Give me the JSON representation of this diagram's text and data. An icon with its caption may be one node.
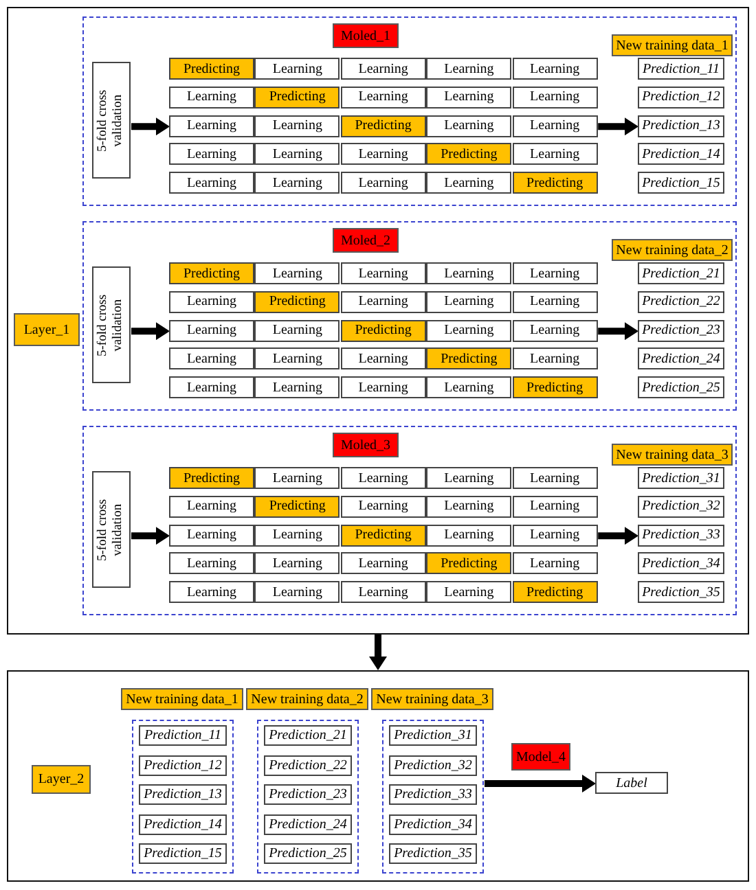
{
  "diagram": {
    "nodes": [
      {
        "text": [],
        "shape": "box"
      },
      {
        "text": [
          "Layer_1"
        ],
        "in": 0
      },
      {
        "text": [],
        "shape": "box",
        "in": 0
      },
      {
        "text": [
          "Moled_1"
        ],
        "in": 2
      },
      {
        "text": [
          "New training data_1"
        ],
        "in": 2
      },
      {
        "text": [
          "5-fold cross validation"
        ],
        "in": 2
      },
      {
        "text": [
          "Predicting"
        ],
        "in": 2
      },
      {
        "text": [
          "Learning"
        ],
        "in": 2
      },
      {
        "text": [
          "Learning"
        ],
        "in": 2
      },
      {
        "text": [
          "Learning"
        ],
        "in": 2
      },
      {
        "text": [
          "Learning"
        ],
        "in": 2
      },
      {
        "text": [
          "Learning"
        ],
        "in": 2
      },
      {
        "text": [
          "Predicting"
        ],
        "in": 2
      },
      {
        "text": [
          "Learning"
        ],
        "in": 2
      },
      {
        "text": [
          "Learning"
        ],
        "in": 2
      },
      {
        "text": [
          "Learning"
        ],
        "in": 2
      },
      {
        "text": [
          "Learning"
        ],
        "in": 2
      },
      {
        "text": [
          "Learning"
        ],
        "in": 2
      },
      {
        "text": [
          "Predicting"
        ],
        "in": 2
      },
      {
        "text": [
          "Learning"
        ],
        "in": 2
      },
      {
        "text": [
          "Learning"
        ],
        "in": 2
      },
      {
        "text": [
          "Learning"
        ],
        "in": 2
      },
      {
        "text": [
          "Learning"
        ],
        "in": 2
      },
      {
        "text": [
          "Learning"
        ],
        "in": 2
      },
      {
        "text": [
          "Predicting"
        ],
        "in": 2
      },
      {
        "text": [
          "Learning"
        ],
        "in": 2
      },
      {
        "text": [
          "Learning"
        ],
        "in": 2
      },
      {
        "text": [
          "Learning"
        ],
        "in": 2
      },
      {
        "text": [
          "Learning"
        ],
        "in": 2
      },
      {
        "text": [
          "Learning"
        ],
        "in": 2
      },
      {
        "text": [
          "Predicting"
        ],
        "in": 2
      },
      {
        "text": [
          "Prediction_11"
        ],
        "in": 2
      },
      {
        "text": [
          "Prediction_12"
        ],
        "in": 2
      },
      {
        "text": [
          "Prediction_13"
        ],
        "in": 2
      },
      {
        "text": [
          "Prediction_14"
        ],
        "in": 2
      },
      {
        "text": [
          "Prediction_15"
        ],
        "in": 2
      },
      {
        "text": [],
        "shape": "box",
        "in": 0
      },
      {
        "text": [
          "Moled_2"
        ],
        "in": 36
      },
      {
        "text": [
          "New training data_2"
        ],
        "in": 36
      },
      {
        "text": [
          "5-fold cross validation"
        ],
        "in": 36
      },
      {
        "text": [
          "Predicting"
        ],
        "in": 36
      },
      {
        "text": [
          "Learning"
        ],
        "in": 36
      },
      {
        "text": [
          "Learning"
        ],
        "in": 36
      },
      {
        "text": [
          "Learning"
        ],
        "in": 36
      },
      {
        "text": [
          "Learning"
        ],
        "in": 36
      },
      {
        "text": [
          "Learning"
        ],
        "in": 36
      },
      {
        "text": [
          "Predicting"
        ],
        "in": 36
      },
      {
        "text": [
          "Learning"
        ],
        "in": 36
      },
      {
        "text": [
          "Learning"
        ],
        "in": 36
      },
      {
        "text": [
          "Learning"
        ],
        "in": 36
      },
      {
        "text": [
          "Learning"
        ],
        "in": 36
      },
      {
        "text": [
          "Learning"
        ],
        "in": 36
      },
      {
        "text": [
          "Predicting"
        ],
        "in": 36
      },
      {
        "text": [
          "Learning"
        ],
        "in": 36
      },
      {
        "text": [
          "Learning"
        ],
        "in": 36
      },
      {
        "text": [
          "Learning"
        ],
        "in": 36
      },
      {
        "text": [
          "Learning"
        ],
        "in": 36
      },
      {
        "text": [
          "Learning"
        ],
        "in": 36
      },
      {
        "text": [
          "Predicting"
        ],
        "in": 36
      },
      {
        "text": [
          "Learning"
        ],
        "in": 36
      },
      {
        "text": [
          "Learning"
        ],
        "in": 36
      },
      {
        "text": [
          "Learning"
        ],
        "in": 36
      },
      {
        "text": [
          "Learning"
        ],
        "in": 36
      },
      {
        "text": [
          "Learning"
        ],
        "in": 36
      },
      {
        "text": [
          "Predicting"
        ],
        "in": 36
      },
      {
        "text": [
          "Prediction_21"
        ],
        "in": 36
      },
      {
        "text": [
          "Prediction_22"
        ],
        "in": 36
      },
      {
        "text": [
          "Prediction_23"
        ],
        "in": 36
      },
      {
        "text": [
          "Prediction_24"
        ],
        "in": 36
      },
      {
        "text": [
          "Prediction_25"
        ],
        "in": 36
      },
      {
        "text": [],
        "shape": "box",
        "in": 0
      },
      {
        "text": [
          "Moled_3"
        ],
        "in": 70
      },
      {
        "text": [
          "New training data_3"
        ],
        "in": 70
      },
      {
        "text": [
          "5-fold cross validation"
        ],
        "in": 70
      },
      {
        "text": [
          "Predicting"
        ],
        "in": 70
      },
      {
        "text": [
          "Learning"
        ],
        "in": 70
      },
      {
        "text": [
          "Learning"
        ],
        "in": 70
      },
      {
        "text": [
          "Learning"
        ],
        "in": 70
      },
      {
        "text": [
          "Learning"
        ],
        "in": 70
      },
      {
        "text": [
          "Learning"
        ],
        "in": 70
      },
      {
        "text": [
          "Predicting"
        ],
        "in": 70
      },
      {
        "text": [
          "Learning"
        ],
        "in": 70
      },
      {
        "text": [
          "Learning"
        ],
        "in": 70
      },
      {
        "text": [
          "Learning"
        ],
        "in": 70
      },
      {
        "text": [
          "Learning"
        ],
        "in": 70
      },
      {
        "text": [
          "Learning"
        ],
        "in": 70
      },
      {
        "text": [
          "Predicting"
        ],
        "in": 70
      },
      {
        "text": [
          "Learning"
        ],
        "in": 70
      },
      {
        "text": [
          "Learning"
        ],
        "in": 70
      },
      {
        "text": [
          "Learning"
        ],
        "in": 70
      },
      {
        "text": [
          "Learning"
        ],
        "in": 70
      },
      {
        "text": [
          "Learning"
        ],
        "in": 70
      },
      {
        "text": [
          "Predicting"
        ],
        "in": 70
      },
      {
        "text": [
          "Learning"
        ],
        "in": 70
      },
      {
        "text": [
          "Learning"
        ],
        "in": 70
      },
      {
        "text": [
          "Learning"
        ],
        "in": 70
      },
      {
        "text": [
          "Learning"
        ],
        "in": 70
      },
      {
        "text": [
          "Learning"
        ],
        "in": 70
      },
      {
        "text": [
          "Predicting"
        ],
        "in": 70
      },
      {
        "text": [
          "Prediction_31"
        ],
        "in": 70
      },
      {
        "text": [
          "Prediction_32"
        ],
        "in": 70
      },
      {
        "text": [
          "Prediction_33"
        ],
        "in": 70
      },
      {
        "text": [
          "Prediction_34"
        ],
        "in": 70
      },
      {
        "text": [
          "Prediction_35"
        ],
        "in": 70
      },
      {
        "text": [],
        "shape": "box"
      },
      {
        "text": [
          "Layer_2"
        ],
        "in": 104
      },
      {
        "text": [
          "New training data_1"
        ],
        "in": 104
      },
      {
        "text": [
          "New training data_2"
        ],
        "in": 104
      },
      {
        "text": [
          "New training data_3"
        ],
        "in": 104
      },
      {
        "text": [],
        "shape": "box",
        "in": 104
      },
      {
        "text": [
          "Prediction_11"
        ],
        "in": 109
      },
      {
        "text": [
          "Prediction_12"
        ],
        "in": 109
      },
      {
        "text": [
          "Prediction_13"
        ],
        "in": 109
      },
      {
        "text": [
          "Prediction_14"
        ],
        "in": 109
      },
      {
        "text": [
          "Prediction_15"
        ],
        "in": 109
      },
      {
        "text": [],
        "shape": "box",
        "in": 104
      },
      {
        "text": [
          "Prediction_21"
        ],
        "in": 115
      },
      {
        "text": [
          "Prediction_22"
        ],
        "in": 115
      },
      {
        "text": [
          "Prediction_23"
        ],
        "in": 115
      },
      {
        "text": [
          "Prediction_24"
        ],
        "in": 115
      },
      {
        "text": [
          "Prediction_25"
        ],
        "in": 115
      },
      {
        "text": [],
        "shape": "box",
        "in": 104
      },
      {
        "text": [
          "Prediction_31"
        ],
        "in": 121
      },
      {
        "text": [
          "Prediction_32"
        ],
        "in": 121
      },
      {
        "text": [
          "Prediction_33"
        ],
        "in": 121
      },
      {
        "text": [
          "Prediction_34"
        ],
        "in": 121
      },
      {
        "text": [
          "Prediction_35"
        ],
        "in": 121
      },
      {
        "text": [
          "Model_4"
        ],
        "in": 104
      },
      {
        "text": [
          "Label"
        ],
        "in": 104
      }
    ],
    "edges": [
      {
        "from": 5,
        "to": 16,
        "arrow": "to"
      },
      {
        "from": 20,
        "to": 33,
        "arrow": "to"
      },
      {
        "from": 39,
        "to": 50,
        "arrow": "to"
      },
      {
        "from": 54,
        "to": 67,
        "arrow": "to"
      },
      {
        "from": 73,
        "to": 84,
        "arrow": "to"
      },
      {
        "from": 88,
        "to": 101,
        "arrow": "to"
      },
      {
        "from": 0,
        "to": 104,
        "arrow": "to"
      },
      {
        "from": 121,
        "to": 128,
        "arrow": "to"
      }
    ]
  }
}
